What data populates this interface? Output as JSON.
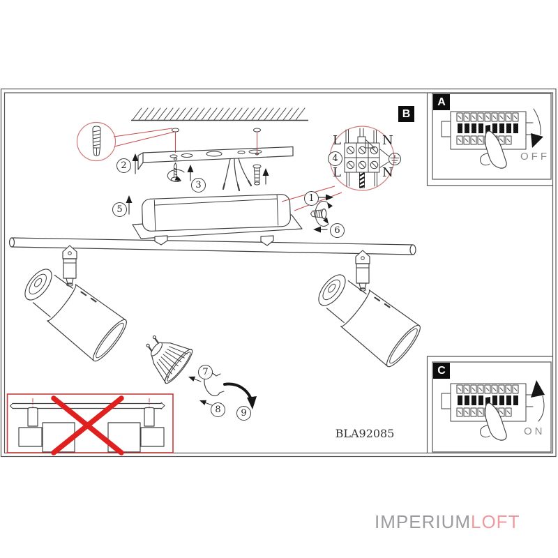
{
  "document": {
    "type": "luminaire installation instruction sheet",
    "model_number": "BLA92085"
  },
  "detail_label": "B",
  "panel_top": {
    "letter": "A",
    "state_text": "OFF"
  },
  "panel_bottom": {
    "letter": "C",
    "state_text": "ON"
  },
  "wiring": {
    "step": "4",
    "l_top": "L",
    "n_top": "N",
    "l_bottom": "L",
    "n_bottom": "N"
  },
  "steps": {
    "s1": "1",
    "s2": "2",
    "s3": "3",
    "s4": "4",
    "s5": "5",
    "s6": "6",
    "s7": "7",
    "s8": "8",
    "s9": "9"
  },
  "logo": {
    "imperium": "IMPERIUM",
    "loft": "LOFT",
    "imperium_color": "#9b9ba0",
    "loft_color": "#f09aa0"
  },
  "diagram_colors": {
    "line": "#3f3f3f",
    "highlight_red": "#c84b4b",
    "cross_red": "#e01f1f"
  }
}
